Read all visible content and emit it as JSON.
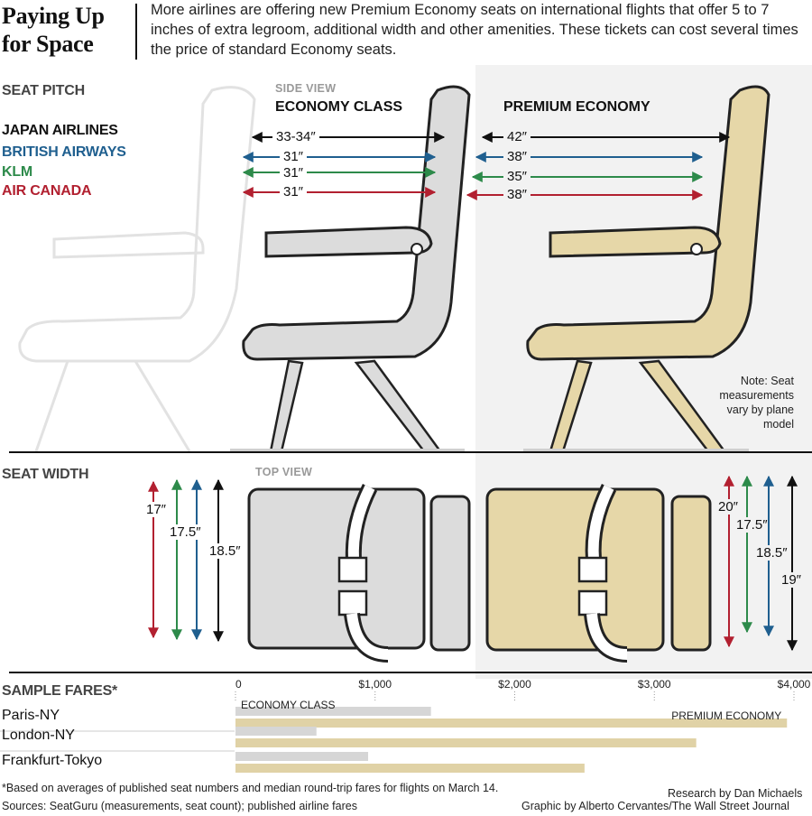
{
  "header": {
    "title": "Paying Up\nfor Space",
    "intro": "More airlines are offering new Premium Economy seats on international flights that offer 5 to 7 inches of extra legroom, additional width and other amenities. These tickets can cost several times the price of standard Economy seats."
  },
  "colors": {
    "japan_airlines": "#111111",
    "british_airways": "#1f5f8f",
    "klm": "#2d8a4a",
    "air_canada": "#b22030",
    "economy_bar": "#d6d6d6",
    "premium_bar": "#e0d2a6",
    "premium_seat": "#e6d7a8",
    "economy_seat": "#dcdcdc"
  },
  "seat_pitch": {
    "section_label": "SEAT PITCH",
    "view_label": "SIDE VIEW",
    "economy_label": "ECONOMY CLASS",
    "premium_label": "PREMIUM ECONOMY",
    "airlines": [
      "JAPAN AIRLINES",
      "BRITISH AIRWAYS",
      "KLM",
      "AIR CANADA"
    ],
    "economy_values": [
      "33-34″",
      "31″",
      "31″",
      "31″"
    ],
    "premium_values": [
      "42″",
      "38″",
      "35″",
      "38″"
    ],
    "note": "Note: Seat measurements vary by plane model"
  },
  "seat_width": {
    "section_label": "SEAT WIDTH",
    "view_label": "TOP VIEW",
    "economy_values": [
      "17″",
      "17.5″",
      "18.5″"
    ],
    "premium_values": [
      "20″",
      "17.5″",
      "18.5″",
      "19″"
    ]
  },
  "chart_data": {
    "type": "bar",
    "title": "SAMPLE FARES*",
    "categories": [
      "Paris-NY",
      "London-NY",
      "Frankfurt-Tokyo"
    ],
    "series": [
      {
        "name": "ECONOMY CLASS",
        "values": [
          1400,
          580,
          950
        ]
      },
      {
        "name": "PREMIUM ECONOMY",
        "values": [
          3950,
          3300,
          2500
        ]
      }
    ],
    "xlim": [
      0,
      4000
    ],
    "ticks": [
      {
        "value": 0,
        "label": "0"
      },
      {
        "value": 1000,
        "label": "$1,000"
      },
      {
        "value": 2000,
        "label": "$2,000"
      },
      {
        "value": 3000,
        "label": "$3,000"
      },
      {
        "value": 4000,
        "label": "$4,000"
      }
    ],
    "legend": "inline"
  },
  "footer": {
    "footnote": "*Based on averages of published seat numbers and median round-trip fares for flights on March 14.",
    "sources": "Sources: SeatGuru (measurements, seat count); published airline fares",
    "research": "Research by Dan Michaels",
    "graphic": "Graphic by Alberto Cervantes/The Wall Street Journal"
  }
}
